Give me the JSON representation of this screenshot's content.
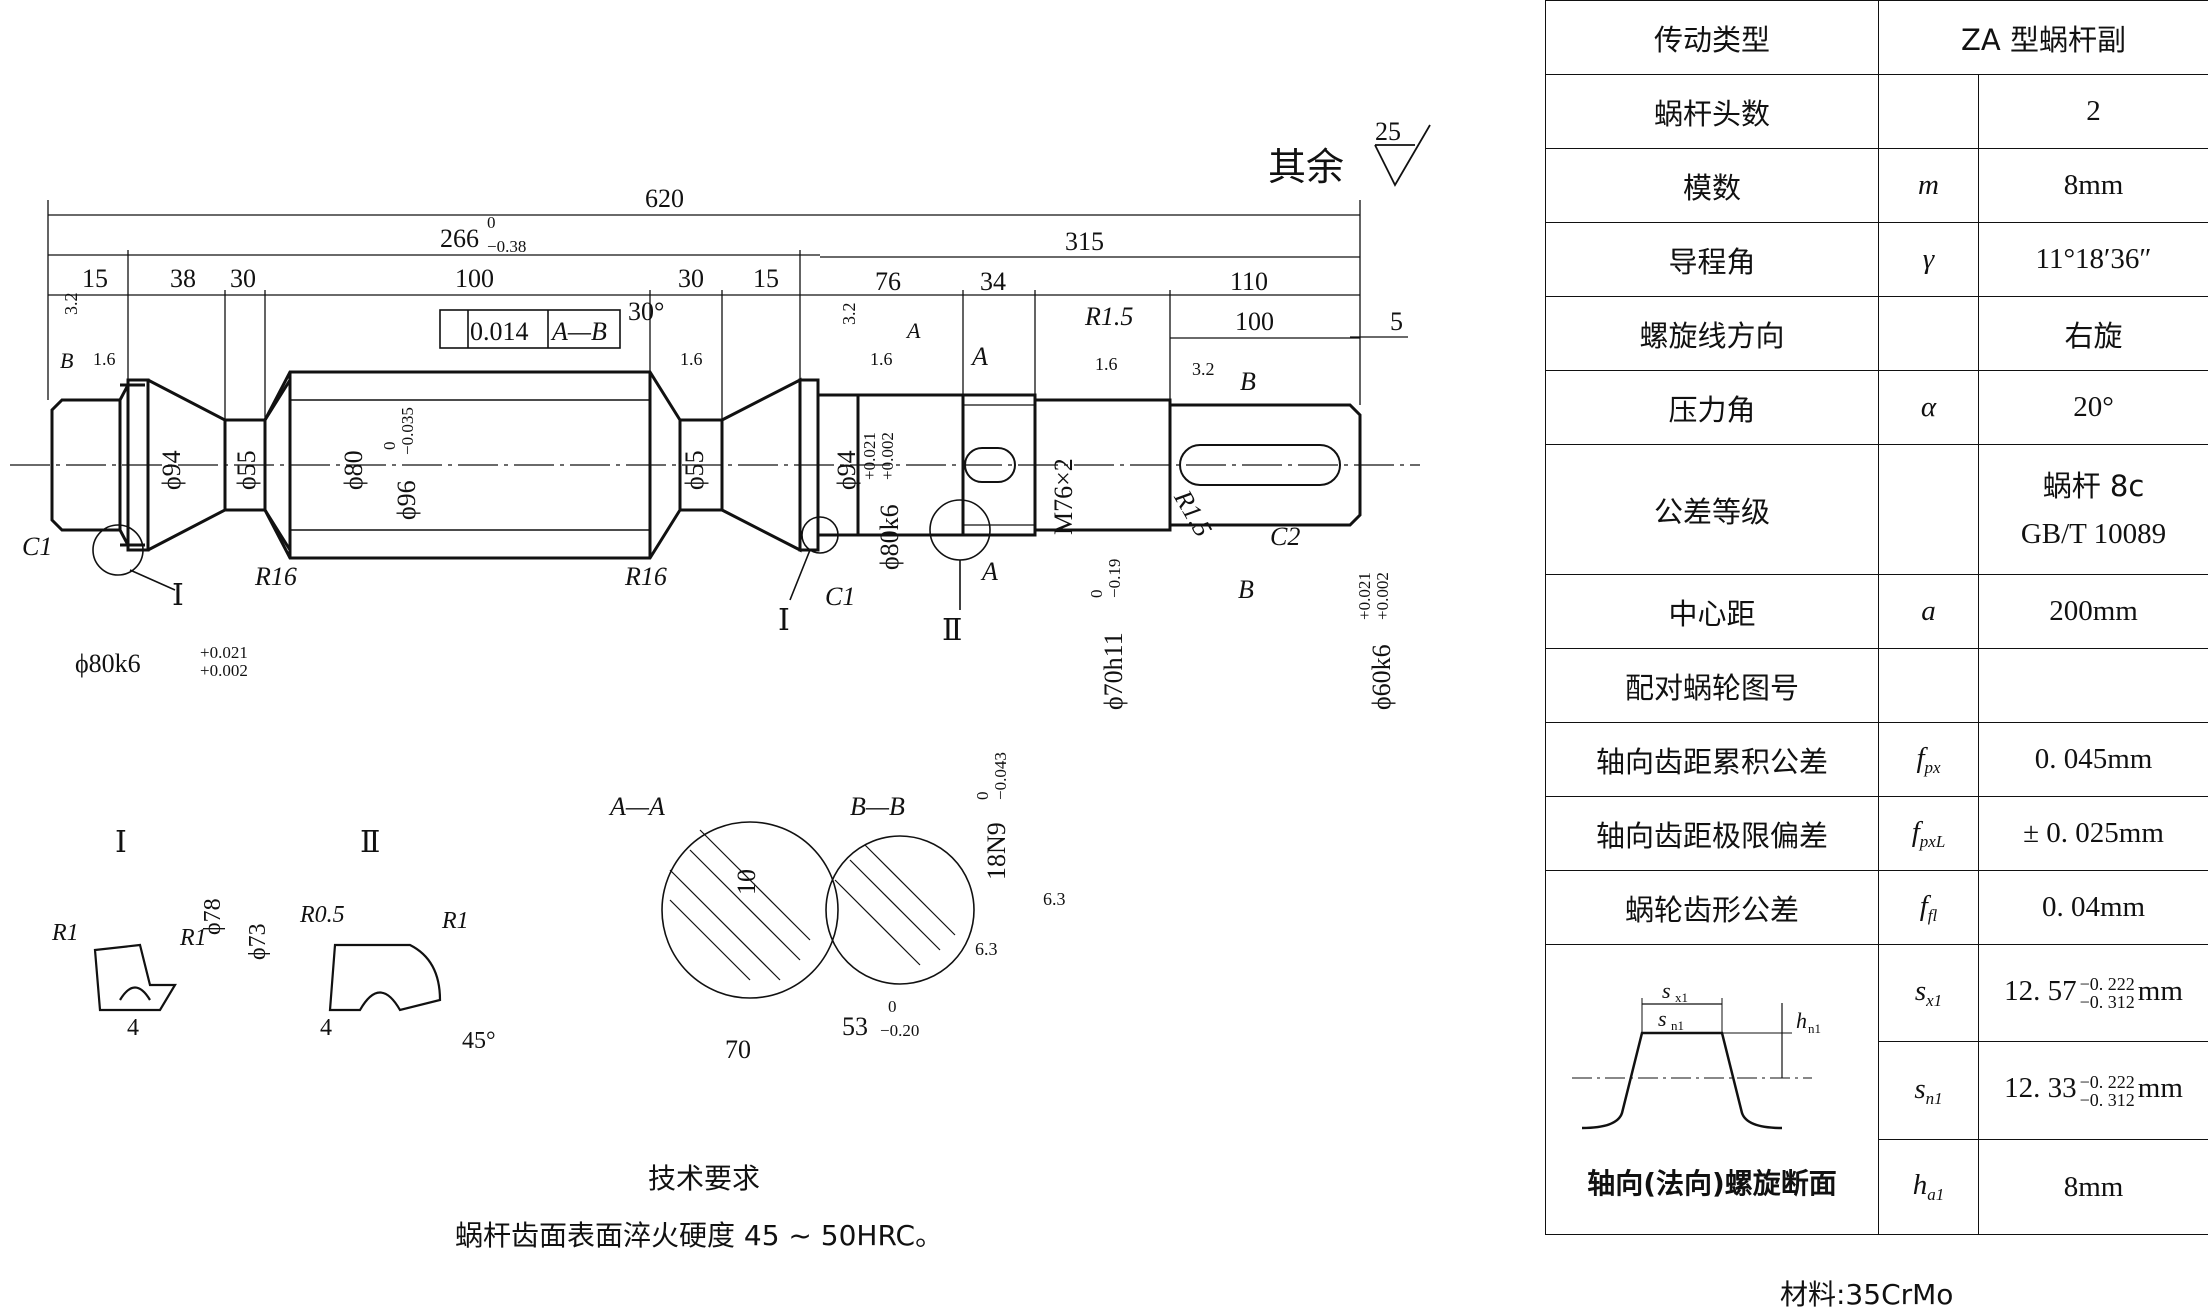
{
  "surface_note": {
    "prefix": "其余",
    "roughness": "25"
  },
  "dims": {
    "total": "620",
    "d266": "266",
    "d266_tol": "−0.38",
    "d266_up": "0",
    "d315": "315",
    "d15a": "15",
    "d38": "38",
    "d30a": "30",
    "d100": "100",
    "d30b": "30",
    "d15b": "15",
    "d76": "76",
    "d34": "34",
    "d110": "110",
    "d100b": "100",
    "d5": "5",
    "ang30": "30°",
    "r15a": "R1.5",
    "r15b": "R1.5",
    "c2": "C2",
    "c1a": "C1",
    "c1b": "C1",
    "r16a": "R16",
    "r16b": "R16",
    "phi94a": "ϕ94",
    "phi55a": "ϕ55",
    "phi80": "ϕ80",
    "phi96": "ϕ96",
    "phi96_tol": "−0.035",
    "phi96_up": "0",
    "phi55b": "ϕ55",
    "phi94b": "ϕ94",
    "phi80k6b": "ϕ80k6",
    "m76": "M76×2",
    "phi70h11": "ϕ70h11",
    "phi70_up": "0",
    "phi70_lo": "−0.19",
    "phi60k6": "ϕ60k6",
    "k6_up": "+0.021",
    "k6_lo": "+0.002",
    "phi80k6a": "ϕ80k6",
    "rough_32": "3.2",
    "rough_16": "1.6",
    "tol_frame": {
      "value": "0.014",
      "datum": "A—B"
    },
    "datum_a": "A",
    "datum_b": "B",
    "sec_a": "A",
    "sec_b": "B",
    "detail1": "Ⅰ",
    "detail2": "Ⅱ"
  },
  "details": {
    "title1": "Ⅰ",
    "title2": "Ⅱ",
    "r1a": "R1",
    "r1b": "R1",
    "phi78": "ϕ78",
    "w4a": "4",
    "r05": "R0.5",
    "r1c": "R1",
    "phi73": "ϕ73",
    "w4b": "4",
    "ang45": "45°"
  },
  "sections": {
    "aa": "A—A",
    "bb": "B—B",
    "d10": "10",
    "d70": "70",
    "n18": "18N9",
    "n18_tol": "−0.043",
    "n18_up": "0",
    "r63a": "6.3",
    "r63b": "6.3",
    "d53": "53",
    "d53_tol": "−0.20",
    "d53_up": "0"
  },
  "requirements": {
    "title": "技术要求",
    "text": "蜗杆齿面表面淬火硬度 45 ~ 50HRC。"
  },
  "table": {
    "rows": [
      {
        "label": "传动类型",
        "symbol": "",
        "value": "ZA 型蜗杆副",
        "merge": true
      },
      {
        "label": "蜗杆头数",
        "symbol": "",
        "value": "2"
      },
      {
        "label": "模数",
        "symbol": "m",
        "value": "8mm"
      },
      {
        "label": "导程角",
        "symbol": "γ",
        "value": "11°18′36″"
      },
      {
        "label": "螺旋线方向",
        "symbol": "",
        "value": "右旋"
      },
      {
        "label": "压力角",
        "symbol": "α",
        "value": "20°"
      },
      {
        "label": "公差等级",
        "symbol": "",
        "value": "蜗杆 8c",
        "value2": "GB/T 10089"
      },
      {
        "label": "中心距",
        "symbol": "a",
        "value": "200mm"
      },
      {
        "label": "配对蜗轮图号",
        "symbol": "",
        "value": ""
      },
      {
        "label": "轴向齿距累积公差",
        "symbol": "f",
        "sub": "px",
        "value": "0. 045mm"
      },
      {
        "label": "轴向齿距极限偏差",
        "symbol": "f",
        "sub": "pxL",
        "value": "± 0. 025mm"
      },
      {
        "label": "蜗轮齿形公差",
        "symbol": "f",
        "sub": "fl",
        "value": "0. 04mm"
      }
    ],
    "profile": {
      "caption": "轴向(法向)螺旋断面",
      "sx1": "s",
      "sx1_sub": "x1",
      "sn1": "s",
      "sn1_sub": "n1",
      "hn1": "h",
      "hn1_sub": "n1",
      "rows": [
        {
          "symbol": "s",
          "sub": "x1",
          "value": "12. 57",
          "up": "−0. 222",
          "lo": "−0. 312",
          "unit": "mm"
        },
        {
          "symbol": "s",
          "sub": "n1",
          "value": "12. 33",
          "up": "−0. 222",
          "lo": "−0. 312",
          "unit": "mm"
        },
        {
          "symbol": "h",
          "sub": "a1",
          "value": "8mm"
        }
      ]
    }
  },
  "material": "材料:35CrMo"
}
